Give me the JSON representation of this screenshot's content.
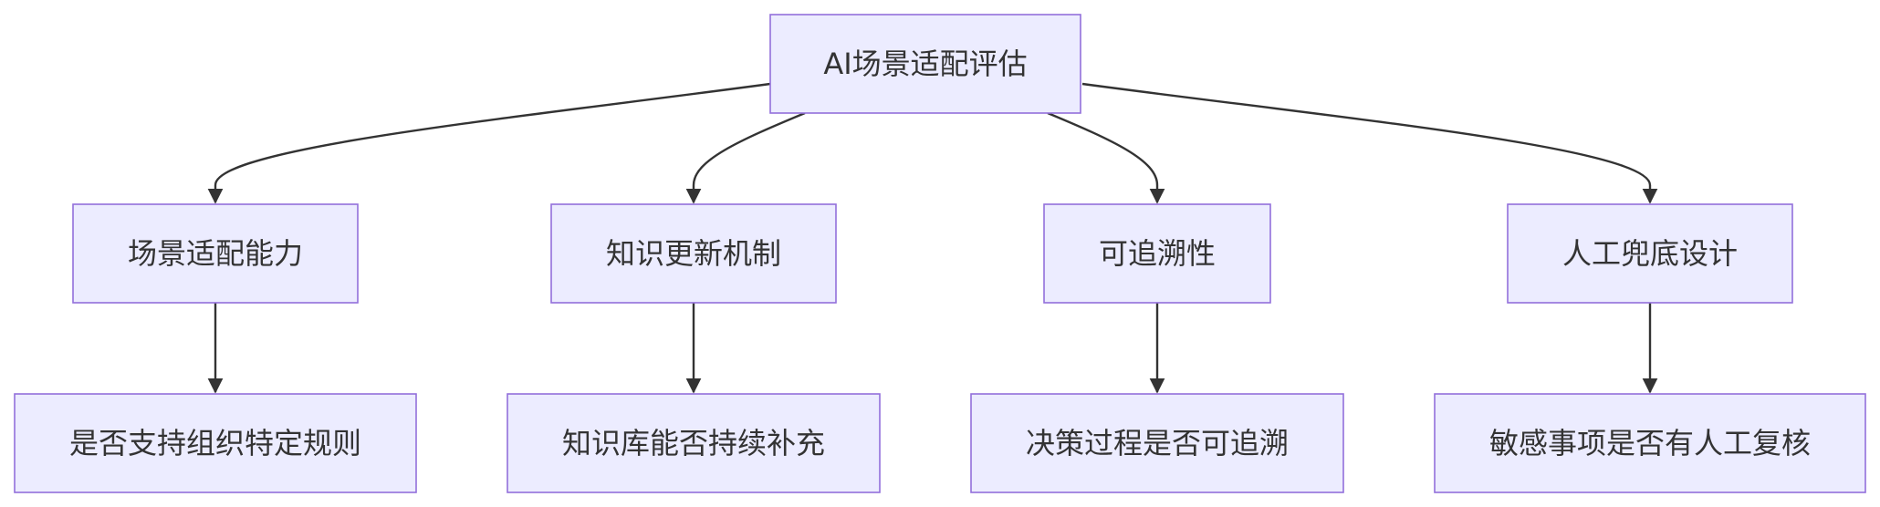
{
  "diagram": {
    "type": "flowchart",
    "colors": {
      "node_fill": "#ECECFF",
      "node_border": "#9370DB",
      "text": "#333333",
      "edge": "#333333"
    },
    "nodes": [
      {
        "id": "root",
        "label": "AI场景适配评估"
      },
      {
        "id": "scene",
        "label": "场景适配能力"
      },
      {
        "id": "knowledge",
        "label": "知识更新机制"
      },
      {
        "id": "trace",
        "label": "可追溯性"
      },
      {
        "id": "human",
        "label": "人工兜底设计"
      },
      {
        "id": "scene-q",
        "label": "是否支持组织特定规则"
      },
      {
        "id": "knowledge-q",
        "label": "知识库能否持续补充"
      },
      {
        "id": "trace-q",
        "label": "决策过程是否可追溯"
      },
      {
        "id": "human-q",
        "label": "敏感事项是否有人工复核"
      }
    ],
    "edges": [
      {
        "from": "root",
        "to": "scene"
      },
      {
        "from": "root",
        "to": "knowledge"
      },
      {
        "from": "root",
        "to": "trace"
      },
      {
        "from": "root",
        "to": "human"
      },
      {
        "from": "scene",
        "to": "scene-q"
      },
      {
        "from": "knowledge",
        "to": "knowledge-q"
      },
      {
        "from": "trace",
        "to": "trace-q"
      },
      {
        "from": "human",
        "to": "human-q"
      }
    ]
  }
}
